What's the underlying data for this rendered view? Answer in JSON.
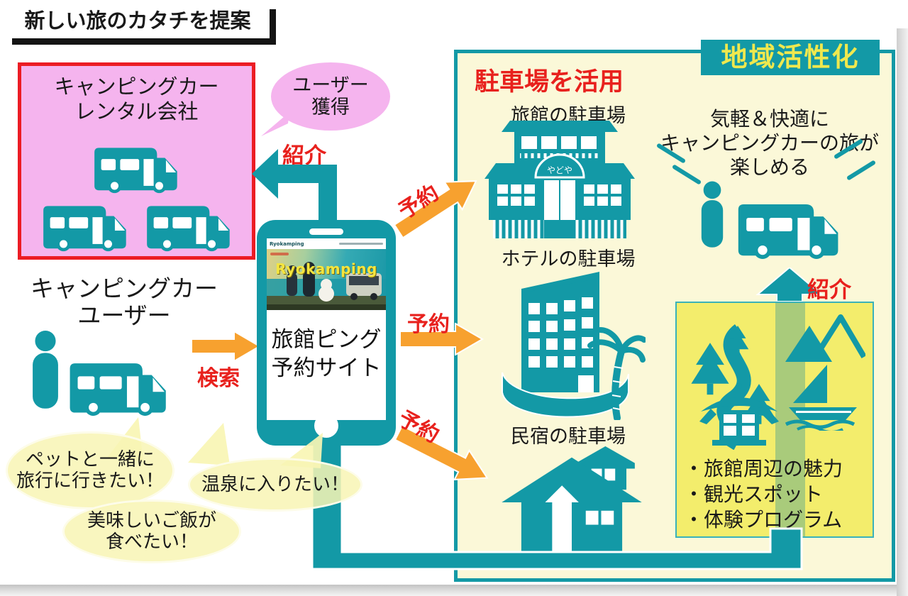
{
  "page": {
    "title_banner": "新しい旅のカタチを提案"
  },
  "rental_company": {
    "name_line1": "キャンピングカー",
    "name_line2": "レンタル会社"
  },
  "user_acquisition_bubble": {
    "line1": "ユーザー",
    "line2": "獲得"
  },
  "flow_labels": {
    "referral": "紹介",
    "search": "検索",
    "reserve": "予約"
  },
  "camper_user": {
    "name_line1": "キャンピングカー",
    "name_line2": "ユーザー"
  },
  "phone": {
    "header_brand": "Ryokamping",
    "hero_title": "Ryokamping",
    "site_line1": "旅館ピング",
    "site_line2": "予約サイト"
  },
  "region_panel": {
    "banner": "地域活性化",
    "heading": "駐車場を活用",
    "venues": [
      {
        "label": "旅館の駐車場",
        "sign": "やどや"
      },
      {
        "label": "ホテルの駐車場"
      },
      {
        "label": "民宿の駐車場"
      }
    ],
    "benefit": {
      "line1": "気軽＆快適に",
      "line2": "キャンピングカーの旅が",
      "line3": "楽しめる"
    },
    "attraction_box": {
      "items": [
        "・旅館周辺の魅力",
        "・観光スポット",
        "・体験プログラム"
      ]
    }
  },
  "wish_bubbles": [
    {
      "line1": "ペットと一緒に",
      "line2": "旅行に行きたい！"
    },
    {
      "line1": "温泉に入りたい！"
    },
    {
      "line1": "美味しいご飯が",
      "line2": "食べたい！"
    }
  ],
  "icons": [
    "camper-van-icon",
    "person-icon",
    "smartphone-icon",
    "ryokan-building-icon",
    "hotel-building-icon",
    "minshuku-house-icon",
    "forest-path-icon",
    "mountains-icon",
    "temple-icon",
    "sailboat-icon",
    "speech-bubble",
    "arrow"
  ],
  "colors": {
    "teal": "#1399A6",
    "orange": "#F7A12F",
    "red": "#E8211D",
    "pink": "#F5B4EE",
    "panel_yellow": "#FBF8D8",
    "box_yellow": "#F3ED6C",
    "bubble_yellow": "#F8F5B4",
    "banner_text_yellow": "#EFE84E",
    "green_stripe": "#A9CB7B"
  }
}
